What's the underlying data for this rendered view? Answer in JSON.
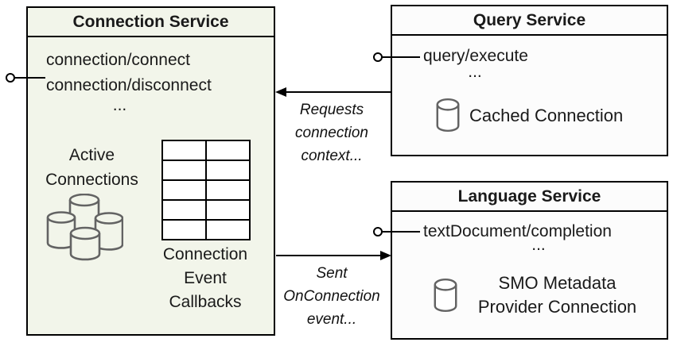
{
  "diagram": {
    "type": "service-architecture-diagram"
  },
  "colors": {
    "connection_box_fill": "#f2f5ea",
    "service_box_fill": "#fcfcfc",
    "border": "#000000",
    "database_icon_stroke": "#636363",
    "text": "#1a1a1a"
  },
  "connection_service": {
    "title": "Connection Service",
    "endpoints": [
      "connection/connect",
      "connection/disconnect"
    ],
    "ellipsis": "...",
    "active_connections_label": "Active\nConnections",
    "callbacks_label": "Connection\nEvent\nCallbacks"
  },
  "query_service": {
    "title": "Query Service",
    "endpoint": "query/execute",
    "ellipsis": "...",
    "cache_label": "Cached Connection"
  },
  "language_service": {
    "title": "Language Service",
    "endpoint": "textDocument/completion",
    "ellipsis": "...",
    "cache_label": "SMO Metadata\nProvider Connection"
  },
  "arrows": [
    {
      "label": "Requests\nconnection\ncontext...",
      "from": "Query Service",
      "to": "Connection Service"
    },
    {
      "label": "Sent\nOnConnection\nevent...",
      "from": "Connection Service",
      "to": "Language Service"
    }
  ]
}
